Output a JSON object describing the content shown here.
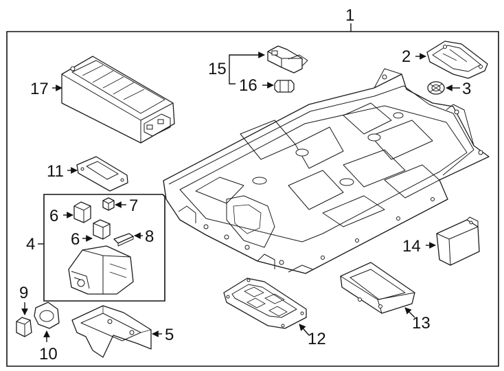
{
  "callouts": {
    "c1": "1",
    "c2": "2",
    "c3": "3",
    "c4": "4",
    "c5": "5",
    "c6a": "6",
    "c6b": "6",
    "c7": "7",
    "c8": "8",
    "c9": "9",
    "c10": "10",
    "c11": "11",
    "c12": "12",
    "c13": "13",
    "c14": "14",
    "c15": "15",
    "c16": "16",
    "c17": "17"
  },
  "colors": {
    "line": "#1a1a1a",
    "background": "#ffffff"
  }
}
